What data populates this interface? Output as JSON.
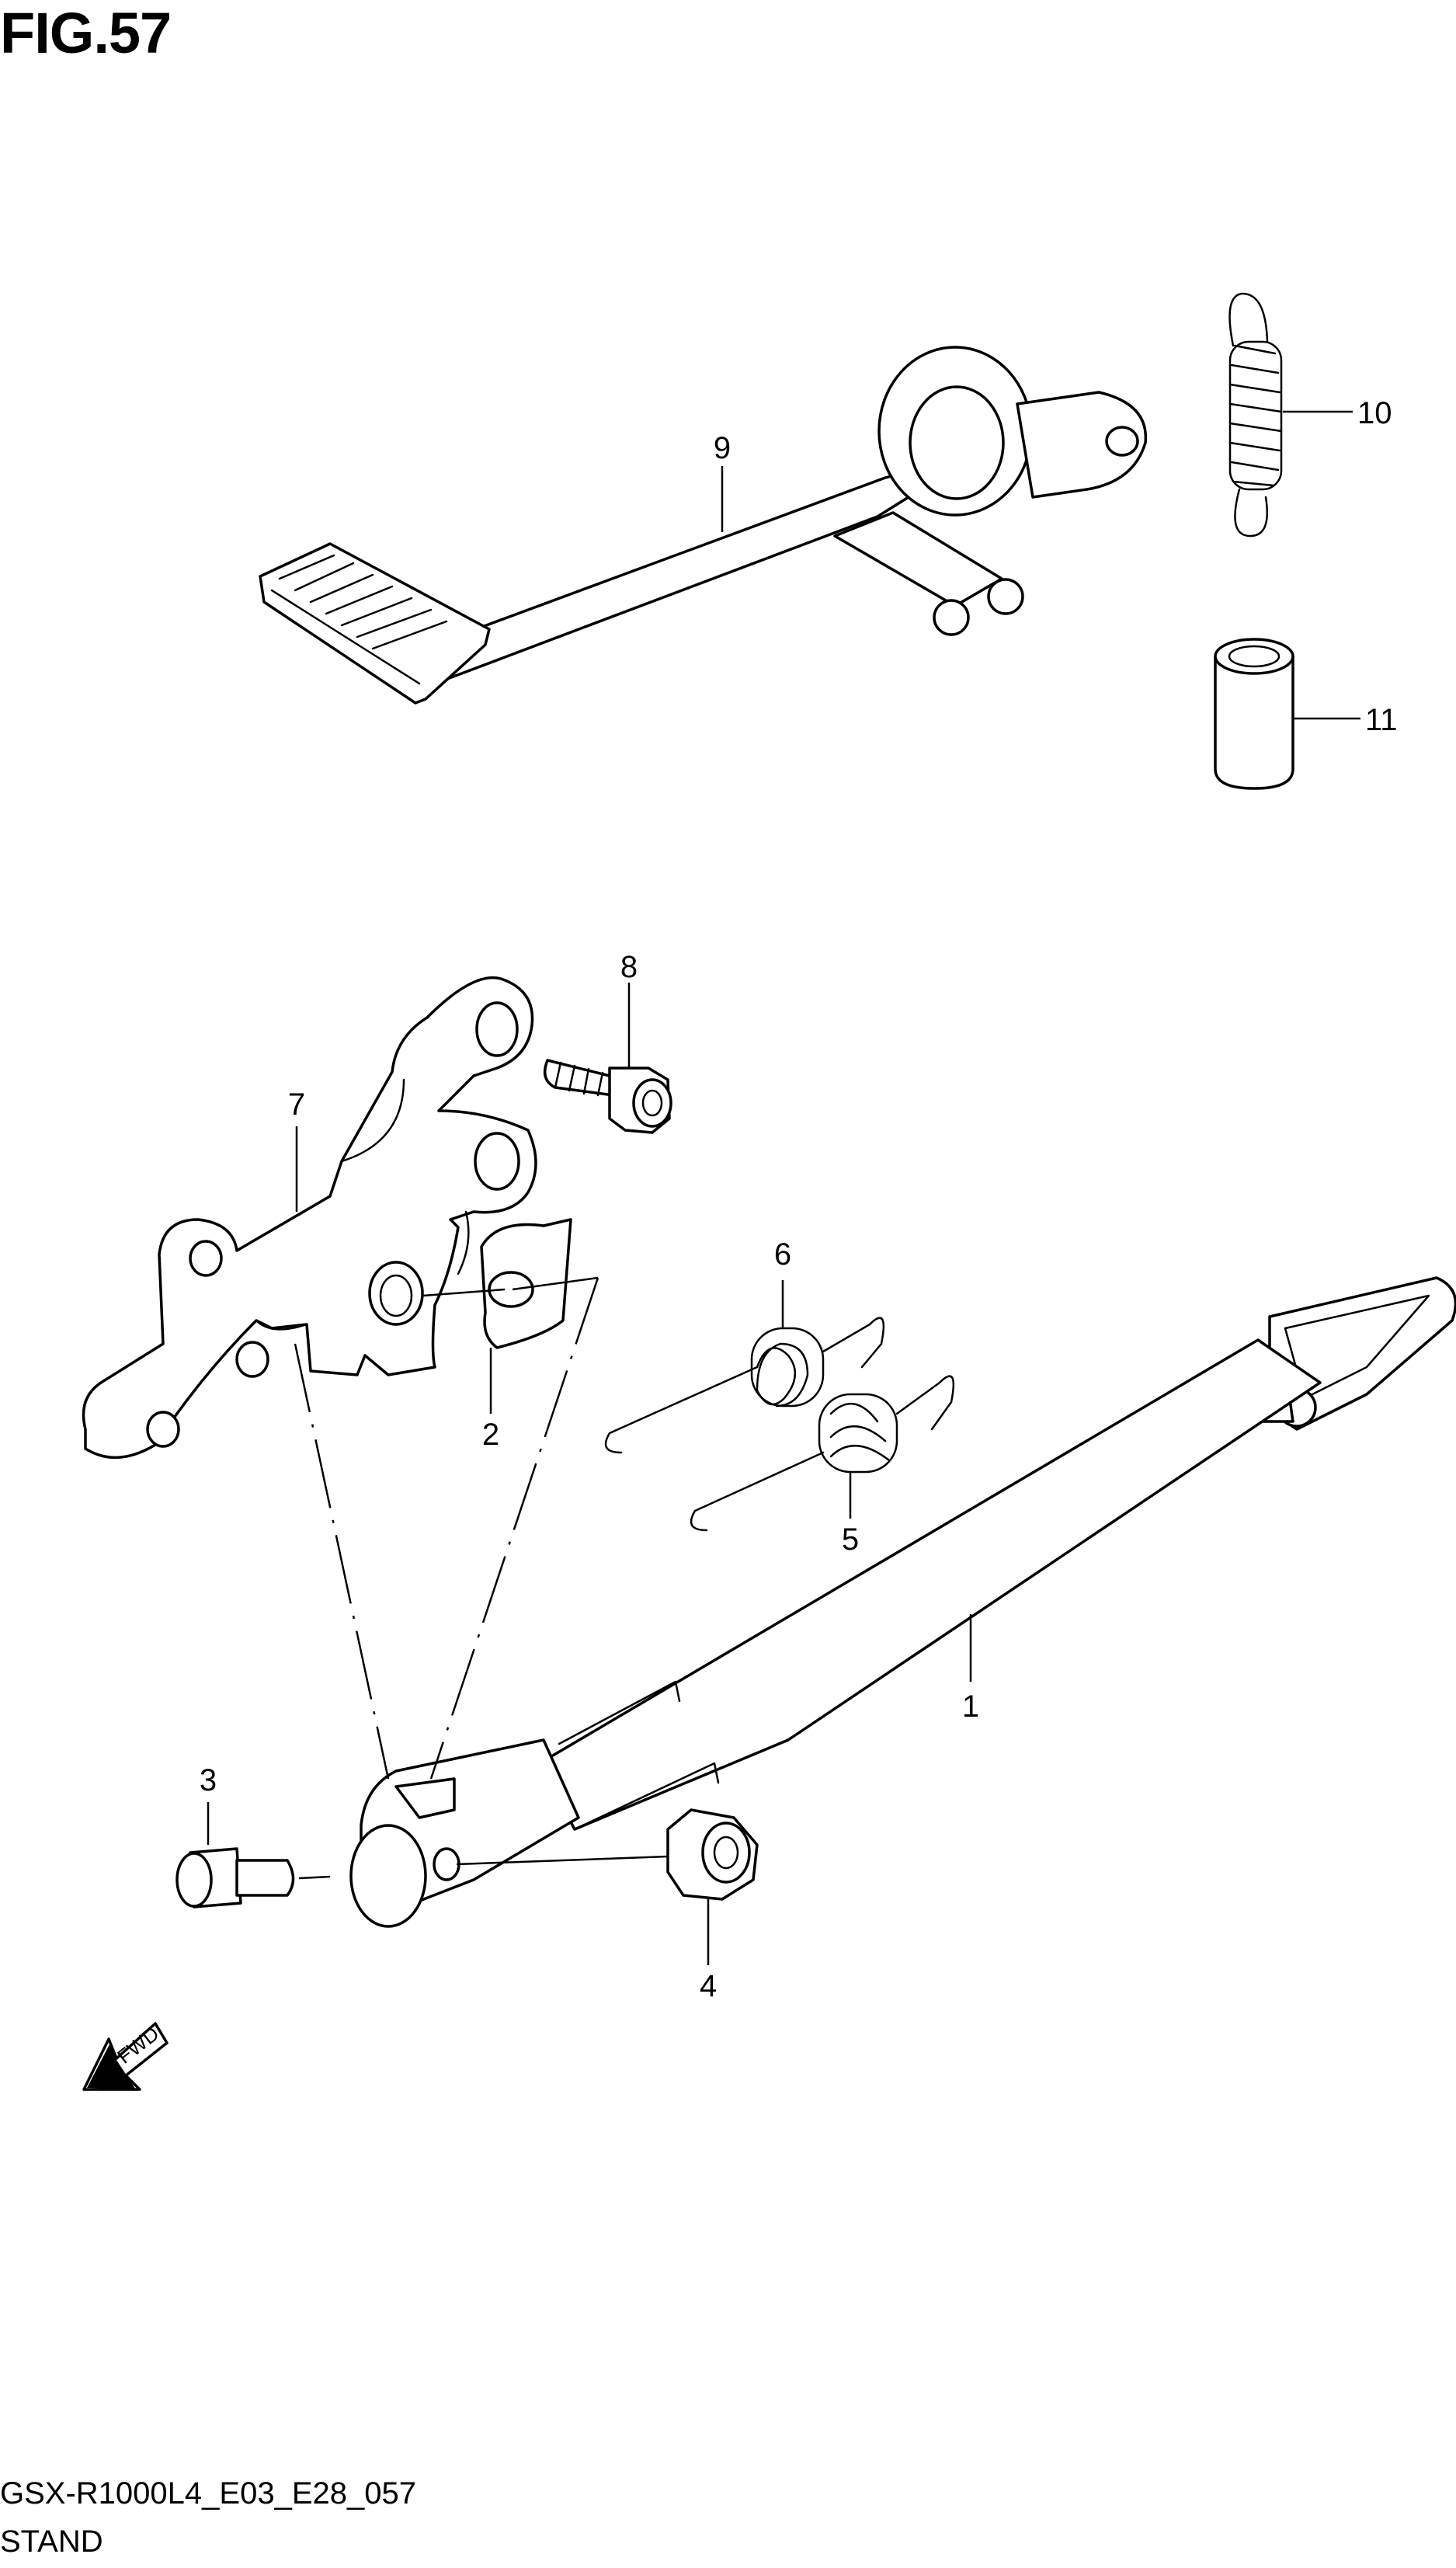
{
  "figure": {
    "title": "FIG.57",
    "code": "GSX-R1000L4_E03_E28_057",
    "subtitle": "STAND"
  },
  "fwd_arrow": {
    "label": "FWD",
    "icon": "fwd-arrow-icon"
  },
  "callouts": [
    {
      "id": "1",
      "part": "side-stand"
    },
    {
      "id": "2",
      "part": "washer"
    },
    {
      "id": "3",
      "part": "bolt"
    },
    {
      "id": "4",
      "part": "nut"
    },
    {
      "id": "5",
      "part": "spring-inner"
    },
    {
      "id": "6",
      "part": "spring-outer"
    },
    {
      "id": "7",
      "part": "stand-bracket"
    },
    {
      "id": "8",
      "part": "bracket-bolt"
    },
    {
      "id": "9",
      "part": "brake-pedal"
    },
    {
      "id": "10",
      "part": "pedal-return-spring"
    },
    {
      "id": "11",
      "part": "pedal-spacer"
    }
  ],
  "colors": {
    "ink": "#000000",
    "paper": "#ffffff"
  }
}
